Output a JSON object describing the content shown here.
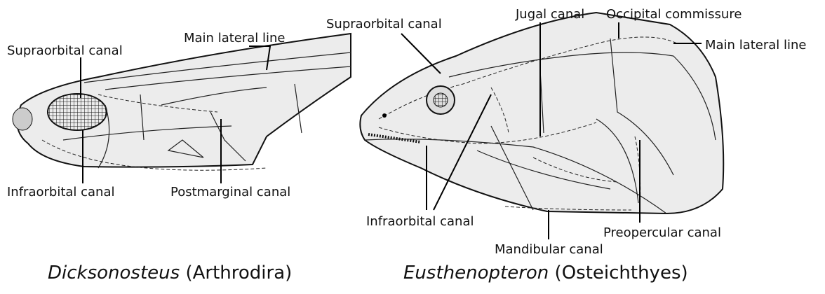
{
  "left_figure": {
    "caption_genus": "Dicksonosteus",
    "caption_group": " (Arthrodira)",
    "labels": {
      "supraorbital": "Supraorbital  canal",
      "main_lateral": "Main lateral line",
      "infraorbital": "Infraorbital  canal",
      "postmarginal": "Postmarginal  canal"
    }
  },
  "right_figure": {
    "caption_genus": "Eusthenopteron",
    "caption_group": " (Osteichthyes)",
    "labels": {
      "supraorbital": "Supraorbital canal",
      "jugal": "Jugal canal",
      "occipital": "Occipital commissure",
      "main_lateral": "Main lateral line",
      "infraorbital": "Infraorbital canal",
      "mandibular": "Mandibular canal",
      "preopercular": "Preopercular canal"
    }
  }
}
